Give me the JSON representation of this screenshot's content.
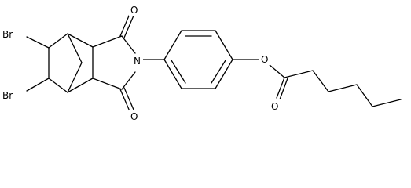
{
  "structure": {
    "labels": {
      "br_top": "Br",
      "br_bottom": "Br",
      "o_imide_top": "O",
      "o_imide_bottom": "O",
      "n_imide": "N",
      "o_ester_link": "O",
      "o_carbonyl": "O"
    }
  }
}
